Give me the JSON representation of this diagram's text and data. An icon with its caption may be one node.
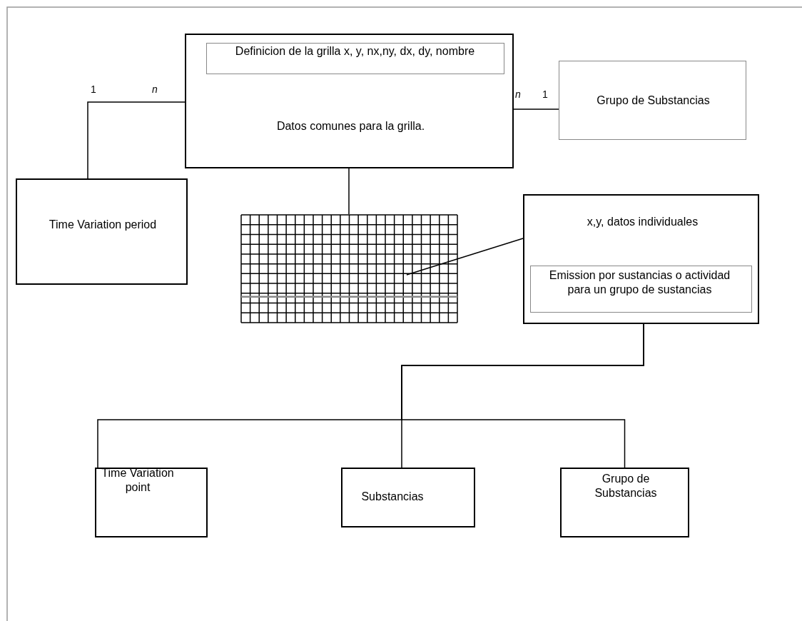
{
  "diagram": {
    "nodes": [
      {
        "text": [
          "Datos comunes para la grilla."
        ]
      },
      {
        "text": [
          "Definicion de la grilla x, y, nx,ny, dx, dy, nombre"
        ],
        "in": 0
      },
      {
        "text": [
          "Grupo de Substancias"
        ]
      },
      {
        "text": [
          "Time Variation period"
        ]
      },
      {
        "text": [],
        "shape": "picture"
      },
      {
        "text": [
          "x,y, datos individuales"
        ]
      },
      {
        "text": [
          "Emission por sustancias o actividad para un grupo de sustancias"
        ],
        "in": 5
      },
      {
        "text": [
          "Time Variation point"
        ]
      },
      {
        "text": [
          "Substancias"
        ]
      },
      {
        "text": [
          "Grupo de Substancias"
        ]
      }
    ],
    "edges": [
      {
        "from": 3,
        "to": 0,
        "arrow": "none"
      },
      {
        "from": 0,
        "to": 2,
        "arrow": "none"
      },
      {
        "from": 0,
        "to": 4,
        "arrow": "none"
      },
      {
        "from": 5,
        "to": 4,
        "arrow": "none"
      },
      {
        "from": 5,
        "to": 7,
        "arrow": "none"
      },
      {
        "from": 5,
        "to": 8,
        "arrow": "none"
      },
      {
        "from": 5,
        "to": 9,
        "arrow": "none"
      }
    ],
    "labels": [
      "1",
      "n",
      "n",
      "1"
    ]
  }
}
